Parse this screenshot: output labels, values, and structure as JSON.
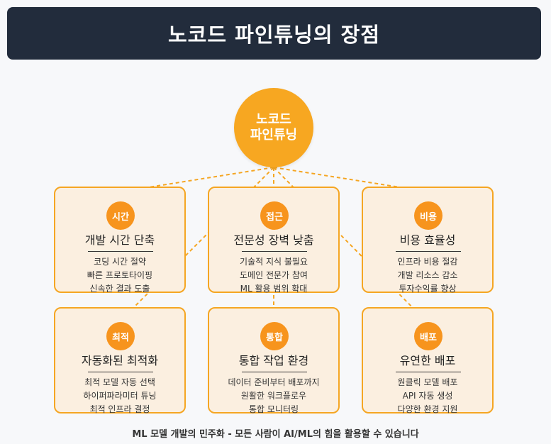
{
  "header": {
    "title": "노코드 파인튜닝의 장점"
  },
  "center": {
    "line1": "노코드",
    "line2": "파인튜닝"
  },
  "colors": {
    "header_bg": "#222c3c",
    "accent": "#f7941d",
    "card_bg": "#fbefe0",
    "card_border": "#f5a623"
  },
  "cards": [
    {
      "badge": "시간",
      "title": "개발 시간 단축",
      "items": [
        "코딩 시간 절약",
        "빠른 프로토타이핑",
        "신속한 결과 도출"
      ]
    },
    {
      "badge": "접근",
      "title": "전문성 장벽 낮춤",
      "items": [
        "기술적 지식 불필요",
        "도메인 전문가 참여",
        "ML 활용 범위 확대"
      ]
    },
    {
      "badge": "비용",
      "title": "비용 효율성",
      "items": [
        "인프라 비용 절감",
        "개발 리소스 감소",
        "투자수익률 향상"
      ]
    },
    {
      "badge": "최적",
      "title": "자동화된 최적화",
      "items": [
        "최적 모델 자동 선택",
        "하이퍼파라미터 튜닝",
        "최적 인프라 결정"
      ]
    },
    {
      "badge": "통합",
      "title": "통합 작업 환경",
      "items": [
        "데이터 준비부터 배포까지",
        "원활한 워크플로우",
        "통합 모니터링"
      ]
    },
    {
      "badge": "배포",
      "title": "유연한 배포",
      "items": [
        "원클릭 모델 배포",
        "API 자동 생성",
        "다양한 환경 지원"
      ]
    }
  ],
  "footer": {
    "text": "ML 모델 개발의 민주화 - 모든 사람이 AI/ML의 힘을 활용할 수 있습니다"
  }
}
